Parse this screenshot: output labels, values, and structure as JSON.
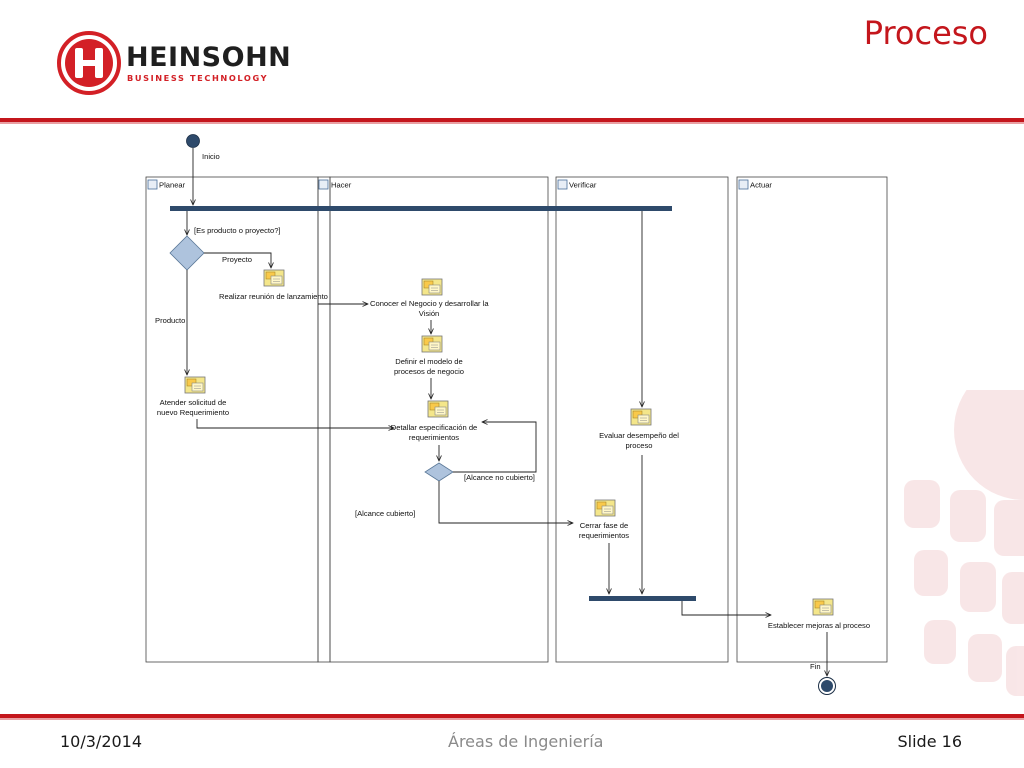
{
  "header": {
    "title": "Proceso",
    "brand_name": "HEINSOHN",
    "brand_tagline": "BUSINESS TECHNOLOGY"
  },
  "footer": {
    "date": "10/3/2014",
    "center": "Áreas de Ingeniería",
    "slide": "Slide 16"
  },
  "colors": {
    "accent": "#c4161c",
    "bar": "#2e4a6b",
    "decision": "#aec3dd",
    "activity_icon": "#f2e27a"
  },
  "diagram": {
    "start_label": "Inicio",
    "end_label": "Fin",
    "lanes": [
      "Planear",
      "Hacer",
      "Verificar",
      "Actuar"
    ],
    "guards": {
      "es_producto": "[Es producto o proyecto?]",
      "proyecto": "Proyecto",
      "producto": "Producto",
      "alcance_no_cubierto": "[Alcance no cubierto]",
      "alcance_cubierto": "[Alcance cubierto]"
    },
    "activities": {
      "reunion": "Realizar reunión de lanzamiento",
      "conocer_1": "Conocer el Negocio y desarrollar la",
      "conocer_2": "Visión",
      "definir_1": "Definir el modelo de",
      "definir_2": "procesos de negocio",
      "atender_1": "Atender solicitud de",
      "atender_2": "nuevo Requerimiento",
      "detallar_1": "Detallar especificación de",
      "detallar_2": "requerimientos",
      "evaluar_1": "Evaluar desempeño del",
      "evaluar_2": "proceso",
      "cerrar_1": "Cerrar fase de",
      "cerrar_2": "requerimientos",
      "establecer": "Establecer mejoras al proceso"
    }
  }
}
